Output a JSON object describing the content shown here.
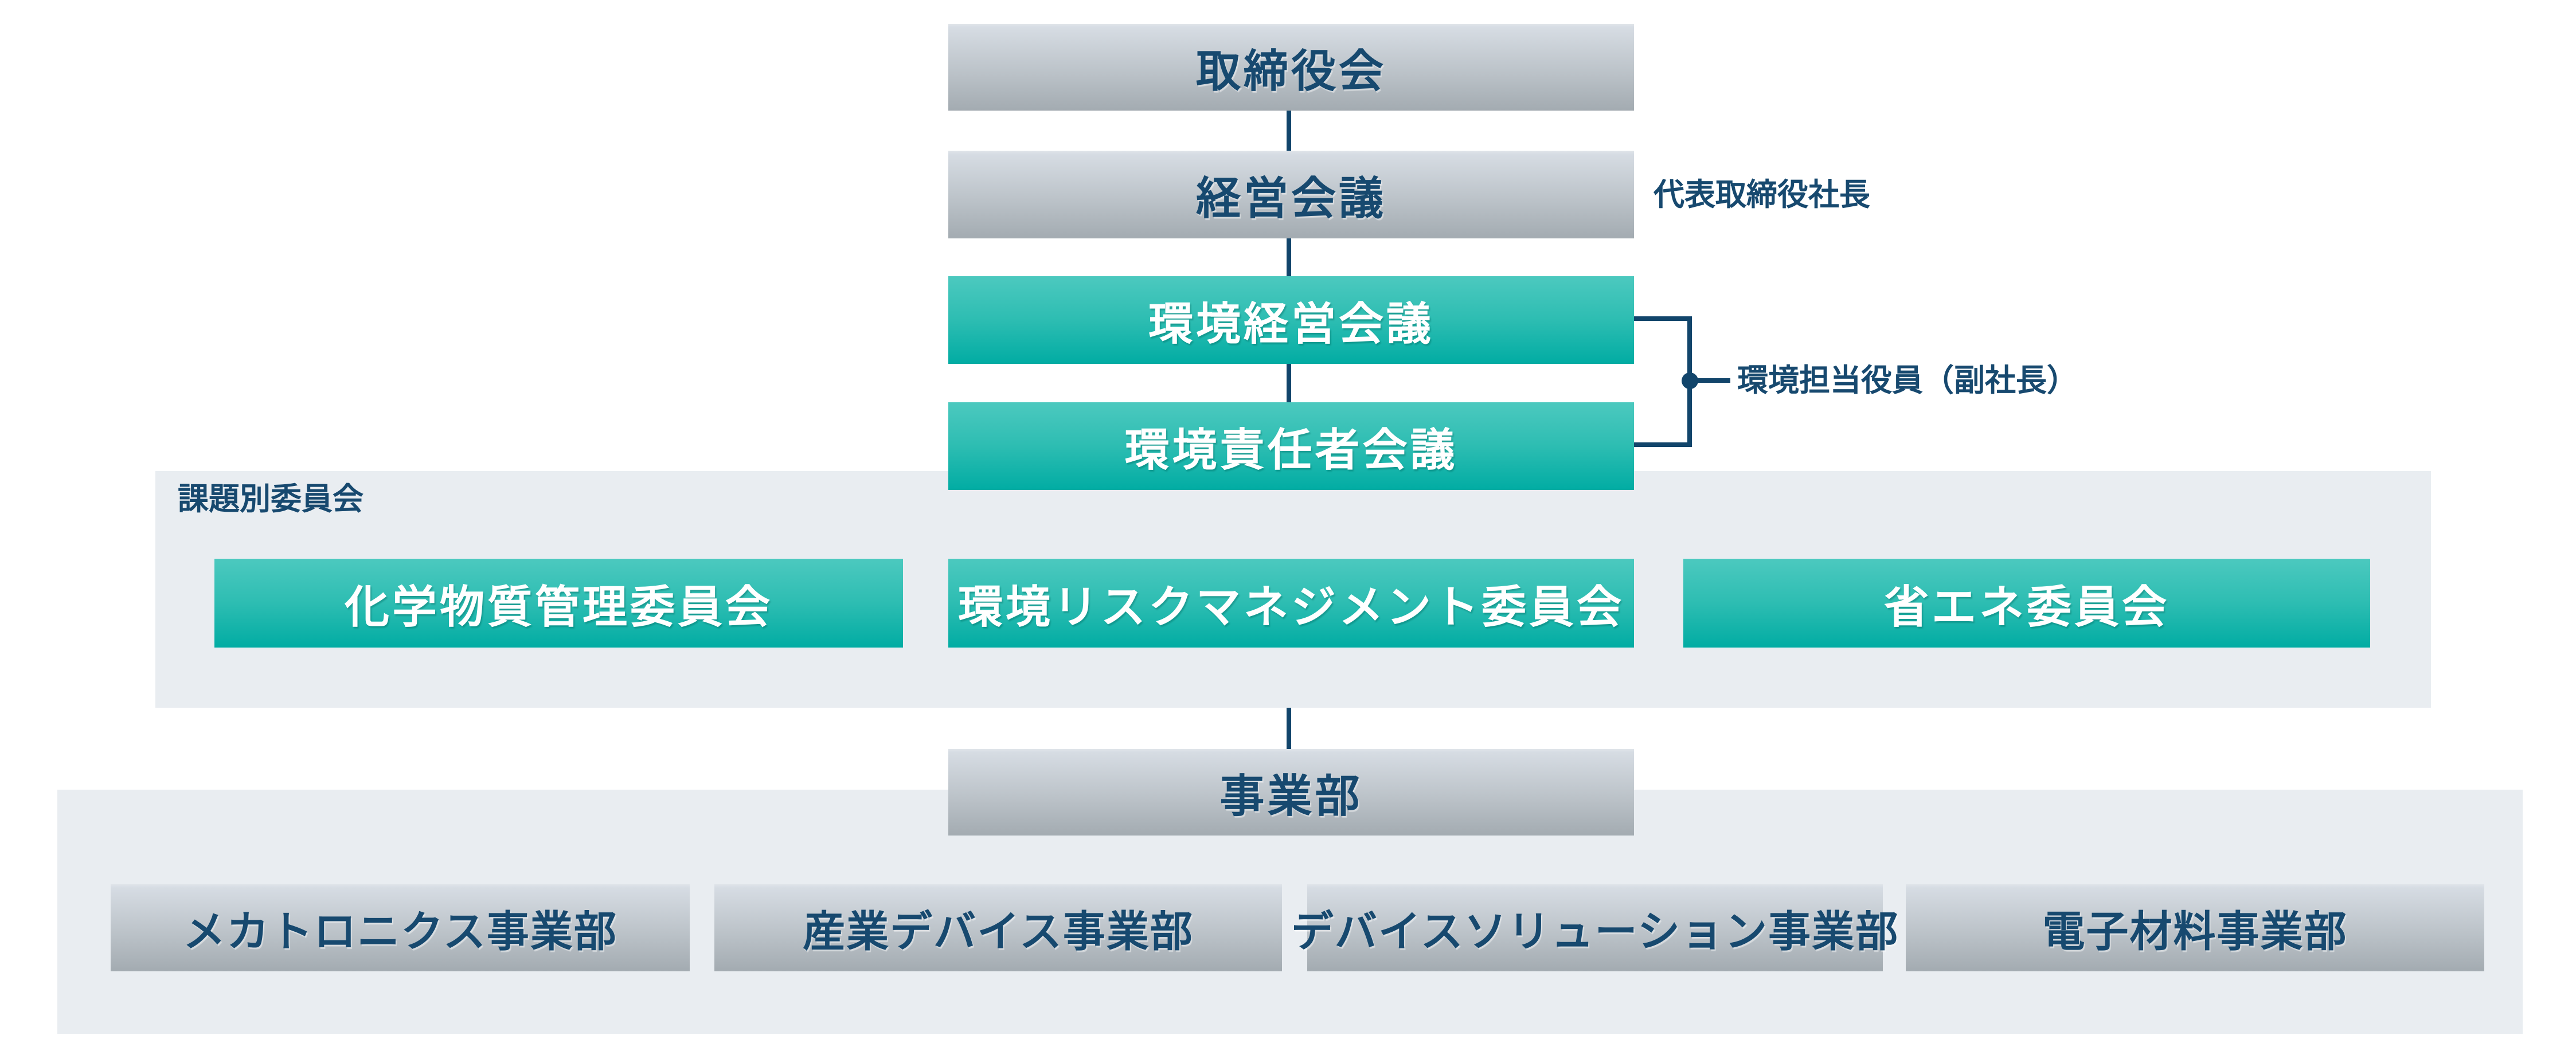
{
  "org_chart": {
    "nodes": {
      "board": "取締役会",
      "management_meeting": "経営会議",
      "env_management_meeting": "環境経営会議",
      "env_officer_meeting": "環境責任者会議",
      "business_division_hq": "事業部"
    },
    "annotations": {
      "president": "代表取締役社長",
      "env_executive": "環境担当役員（副社長）"
    },
    "committee_section": {
      "label": "課題別委員会",
      "committees": [
        "化学物質管理委員会",
        "環境リスクマネジメント委員会",
        "省エネ委員会"
      ]
    },
    "divisions_section": {
      "divisions": [
        "メカトロニクス事業部",
        "産業デバイス事業部",
        "デバイスソリューション事業部",
        "電子材料事業部"
      ]
    },
    "colors": {
      "node_text_navy": "#17496f",
      "connector_line": "#12456b",
      "teal_gradient_top": "#4cc9bf",
      "teal_gradient_bottom": "#01aca3",
      "gray_gradient_top": "#d6dce3",
      "gray_gradient_bottom": "#a3abb1",
      "section_band": "#e9edf1",
      "background": "#ffffff"
    }
  }
}
